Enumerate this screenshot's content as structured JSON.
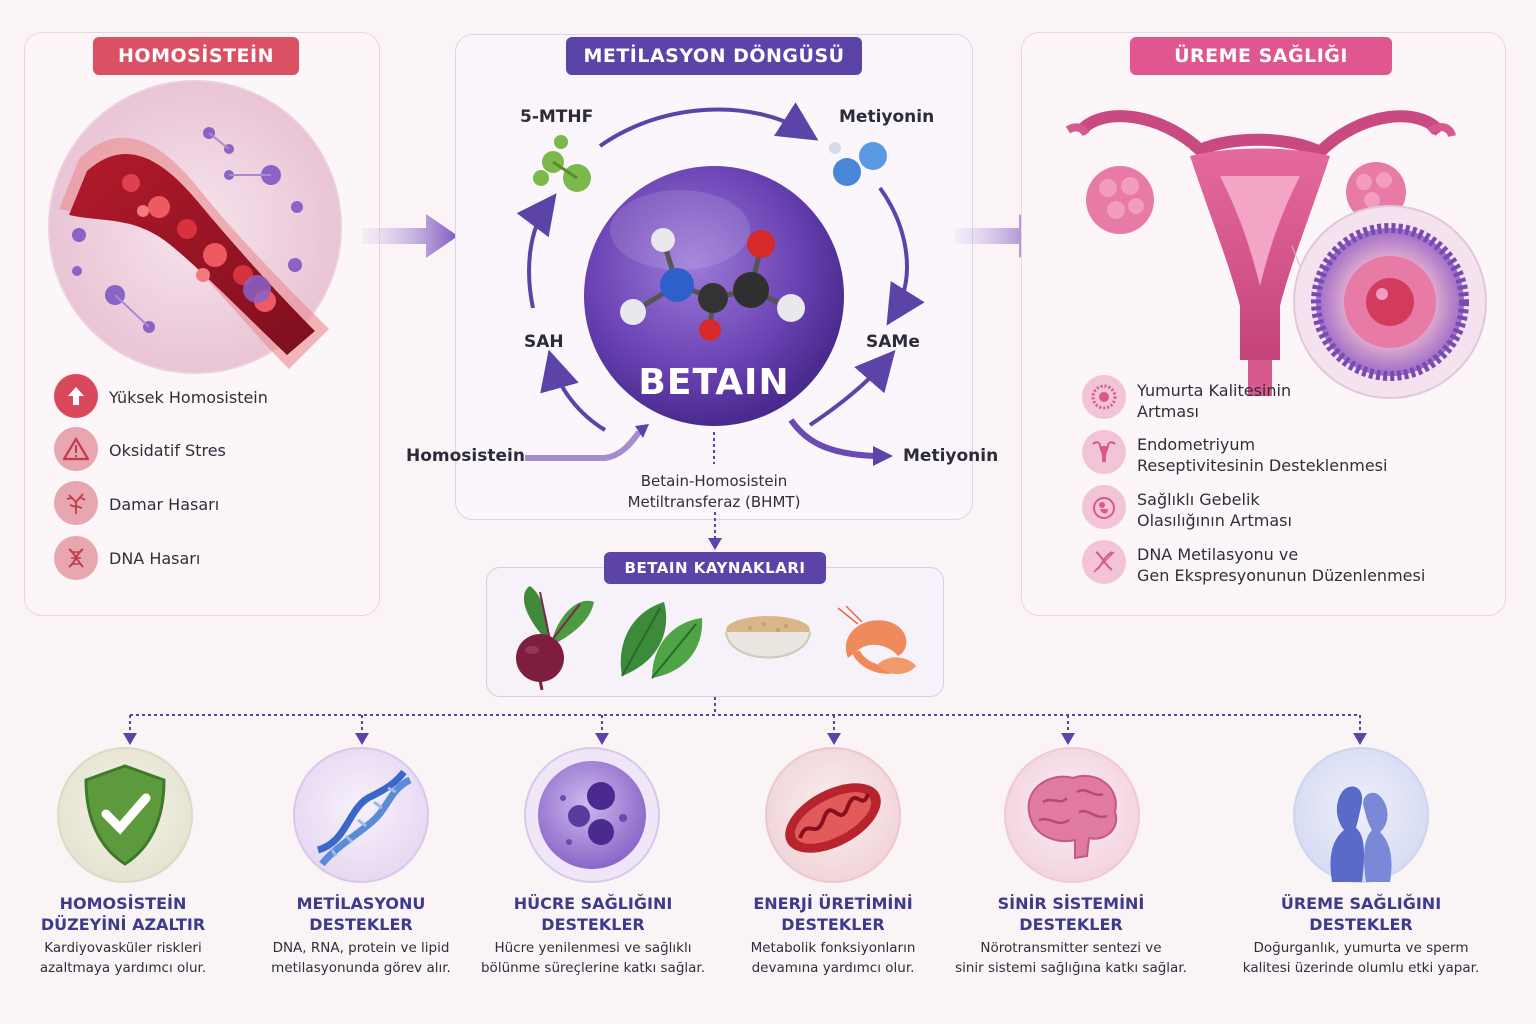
{
  "left": {
    "title": "HOMOSİSTEİN",
    "items": [
      {
        "label": "Yüksek Homosistein",
        "icon": "arrow-up-icon"
      },
      {
        "label": "Oksidatif Stres",
        "icon": "warning-icon"
      },
      {
        "label": "Damar Hasarı",
        "icon": "vessel-icon"
      },
      {
        "label": "DNA Hasarı",
        "icon": "dna-icon"
      }
    ]
  },
  "center": {
    "title": "METİLASYON DÖNGÜSÜ",
    "core": "BETAIN",
    "nodes": {
      "mthf": "5-MTHF",
      "met_top": "Metiyonin",
      "sah": "SAH",
      "same": "SAMe",
      "homo": "Homosistein",
      "met_out": "Metiyonin"
    },
    "enzyme_line1": "Betain-Homosistein",
    "enzyme_line2": "Metiltransferaz (BHMT)"
  },
  "sources": {
    "title": "BETAIN KAYNAKLARI",
    "items": [
      "beet-icon",
      "spinach-icon",
      "grain-bowl-icon",
      "shrimp-icon"
    ]
  },
  "right": {
    "title": "ÜREME SAĞLIĞI",
    "items": [
      {
        "line1": "Yumurta Kalitesinin",
        "line2": "Artması"
      },
      {
        "line1": "Endometriyum",
        "line2": "Reseptivitesinin Desteklenmesi"
      },
      {
        "line1": "Sağlıklı Gebelik",
        "line2": "Olasılığının Artması"
      },
      {
        "line1": "DNA Metilasyonu ve",
        "line2": "Gen Ekspresyonunun Düzenlenmesi"
      }
    ]
  },
  "cards": [
    {
      "t1": "HOMOSİSTEİN",
      "t2": "DÜZEYİNİ AZALTIR",
      "d1": "Kardiyovasküler riskleri",
      "d2": "azaltmaya yardımcı olur."
    },
    {
      "t1": "METİLASYONU",
      "t2": "DESTEKLER",
      "d1": "DNA, RNA, protein ve lipid",
      "d2": "metilasyonunda görev alır."
    },
    {
      "t1": "HÜCRE SAĞLIĞINI",
      "t2": "DESTEKLER",
      "d1": "Hücre yenilenmesi ve sağlıklı",
      "d2": "bölünme süreçlerine katkı sağlar."
    },
    {
      "t1": "ENERJİ ÜRETİMİNİ",
      "t2": "DESTEKLER",
      "d1": "Metabolik fonksiyonların",
      "d2": "devamına yardımcı olur."
    },
    {
      "t1": "SİNİR SİSTEMİNİ",
      "t2": "DESTEKLER",
      "d1": "Nörotransmitter sentezi ve",
      "d2": "sinir sistemi sağlığına katkı sağlar."
    },
    {
      "t1": "ÜREME SAĞLIĞINI",
      "t2": "DESTEKLER",
      "d1": "Doğurganlık, yumurta ve sperm",
      "d2": "kalitesi üzerinde olumlu etki yapar."
    }
  ],
  "colors": {
    "red": "#d84a5c",
    "purple": "#5b43a8",
    "pink": "#df4f8e",
    "navy": "#3e3a8c"
  }
}
